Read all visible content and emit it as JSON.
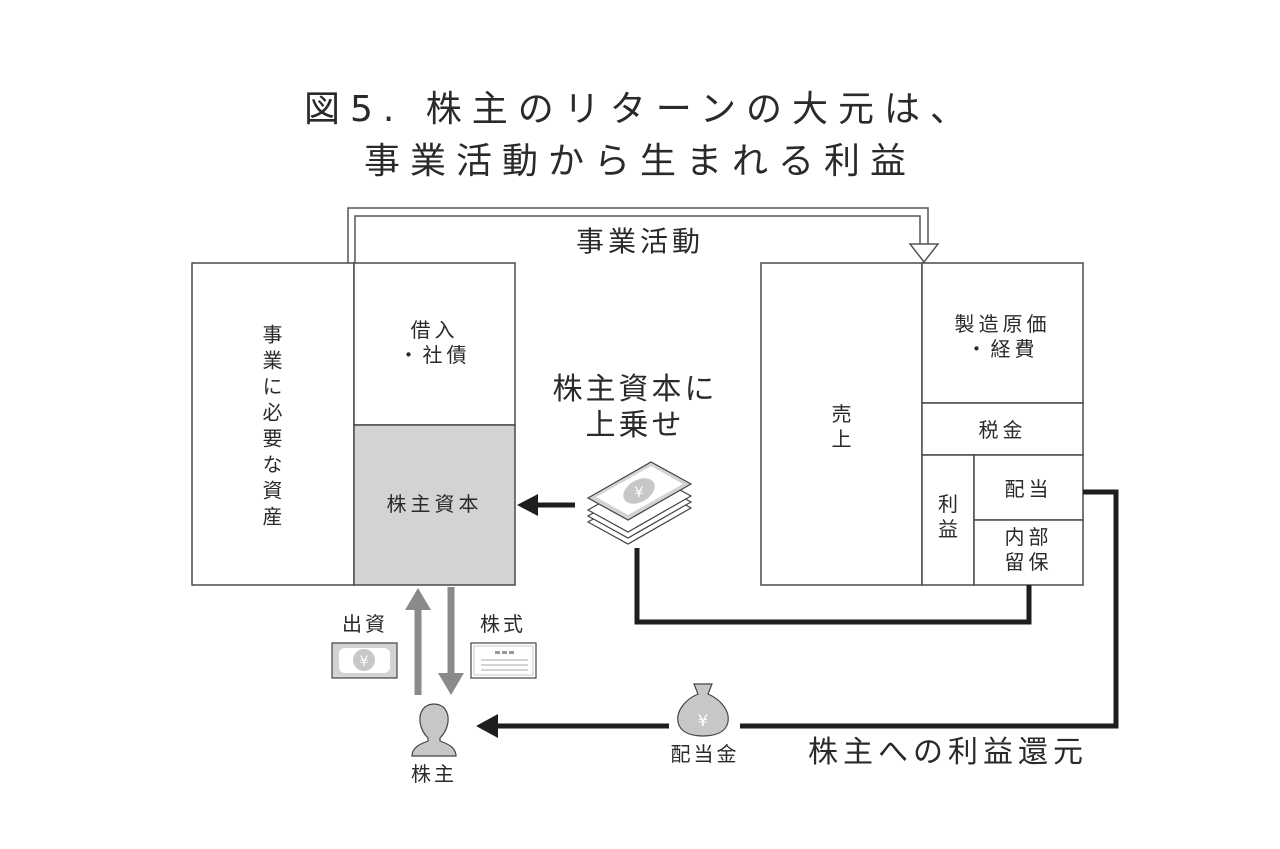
{
  "title": {
    "line1": "図5. 株主のリターンの大元は、",
    "line2": "事業活動から生まれる利益"
  },
  "balance_sheet": {
    "assets_label": "事業に必要な資産",
    "liabilities_label_line1": "借入",
    "liabilities_label_line2": "・社債",
    "equity_label": "株主資本"
  },
  "income_statement": {
    "sales_label_line1": "売",
    "sales_label_line2": "上",
    "cost_label_line1": "製造原価",
    "cost_label_line2": "・経費",
    "tax_label": "税金",
    "profit_label_line1": "利",
    "profit_label_line2": "益",
    "dividend_label": "配当",
    "retained_label_line1": "内部",
    "retained_label_line2": "留保"
  },
  "flows": {
    "business_activity": "事業活動",
    "add_to_equity_line1": "株主資本に",
    "add_to_equity_line2": "上乗せ",
    "investment": "出資",
    "shares": "株式",
    "shareholder": "株主",
    "dividend_money": "配当金",
    "return_to_shareholders": "株主への利益還元"
  },
  "icons": {
    "banknote": "yen-banknote-icon",
    "stock_certificate": "stock-certificate-icon",
    "person": "person-icon",
    "money_bag": "yen-money-bag-icon",
    "money_stack": "yen-banknote-stack-icon",
    "yen_symbol": "¥"
  },
  "colors": {
    "line": "#4a4a4a",
    "equity_fill": "#d2d3d4",
    "gray_arrow": "#8a8a8a",
    "black_arrow": "#1e1e1e",
    "icon_gray": "#c6c7c8"
  }
}
